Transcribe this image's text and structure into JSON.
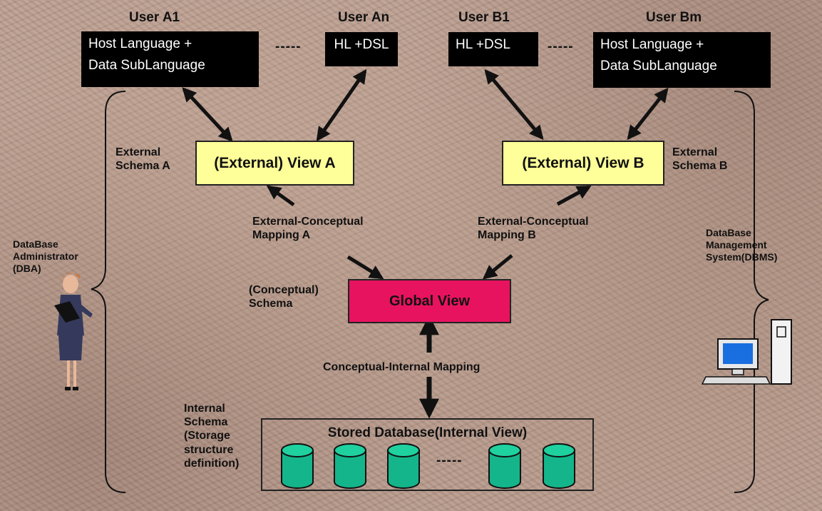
{
  "users": {
    "a1": "User A1",
    "an": "User An",
    "b1": "User B1",
    "bm": "User Bm"
  },
  "host_boxes": {
    "a1_line1": "Host Language +",
    "a1_line2": "Data SubLanguage",
    "an": "HL +DSL",
    "b1": "HL +DSL",
    "bm_line1": "Host Language +",
    "bm_line2": "Data SubLanguage"
  },
  "dashes": {
    "top_left": "-----",
    "top_right": "-----",
    "cylinders": "-----"
  },
  "external_schema": {
    "a_line1": "External",
    "a_line2": "Schema  A",
    "b_line1": "External",
    "b_line2": "Schema  B"
  },
  "views": {
    "a": "(External)  View  A",
    "b": "(External)  View  B",
    "global": "Global View"
  },
  "mappings": {
    "ec_a_line1": "External-Conceptual",
    "ec_a_line2": "Mapping A",
    "ec_b_line1": "External-Conceptual",
    "ec_b_line2": "Mapping B",
    "ci": "Conceptual-Internal Mapping"
  },
  "conceptual_schema": {
    "line1": "(Conceptual)",
    "line2": "Schema"
  },
  "internal_schema": {
    "line1": "Internal",
    "line2": "Schema",
    "line3": "(Storage",
    "line4": "structure",
    "line5": "definition)"
  },
  "stored_db": "Stored Database(Internal  View)",
  "dba": {
    "line1": "DataBase",
    "line2": "Administrator",
    "line3": "(DBA)"
  },
  "dbms": {
    "line1": "DataBase",
    "line2": "Management",
    "line3": "System(DBMS)"
  },
  "colors": {
    "background": "#b79b8e",
    "host_box": "#000000",
    "view_box": "#ffff99",
    "global_box": "#e8135f",
    "cylinder": "#14b58a"
  }
}
